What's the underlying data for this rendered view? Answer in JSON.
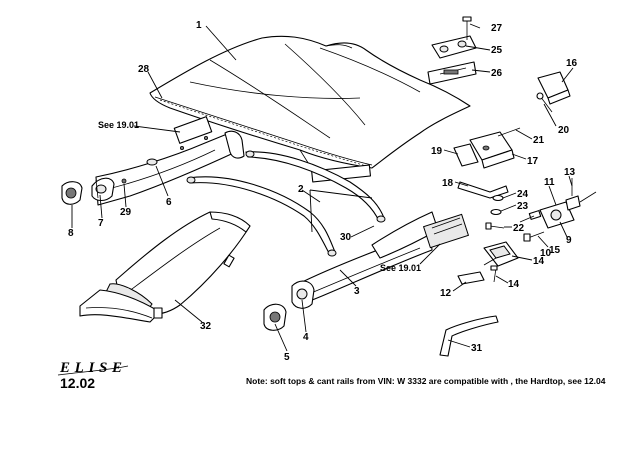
{
  "brand": "ELISE",
  "page_number": "12.02",
  "note": "Note: soft tops & cant rails from VIN: W 3332 are compatible with , the Hardtop, see 12.04",
  "references": {
    "left": "See 19.01",
    "right": "See 19.01"
  },
  "callouts": {
    "p1": "1",
    "p2": "2",
    "p3": "3",
    "p4": "4",
    "p5": "5",
    "p6": "6",
    "p7": "7",
    "p8": "8",
    "p9": "9",
    "p10": "10",
    "p11": "11",
    "p12": "12",
    "p13": "13",
    "p14a": "14",
    "p14b": "14",
    "p15": "15",
    "p16": "16",
    "p17": "17",
    "p18": "18",
    "p19": "19",
    "p20": "20",
    "p21": "21",
    "p22": "22",
    "p23": "23",
    "p24": "24",
    "p25": "25",
    "p26": "26",
    "p27": "27",
    "p28": "28",
    "p29": "29",
    "p30": "30",
    "p31": "31",
    "p32": "32"
  }
}
